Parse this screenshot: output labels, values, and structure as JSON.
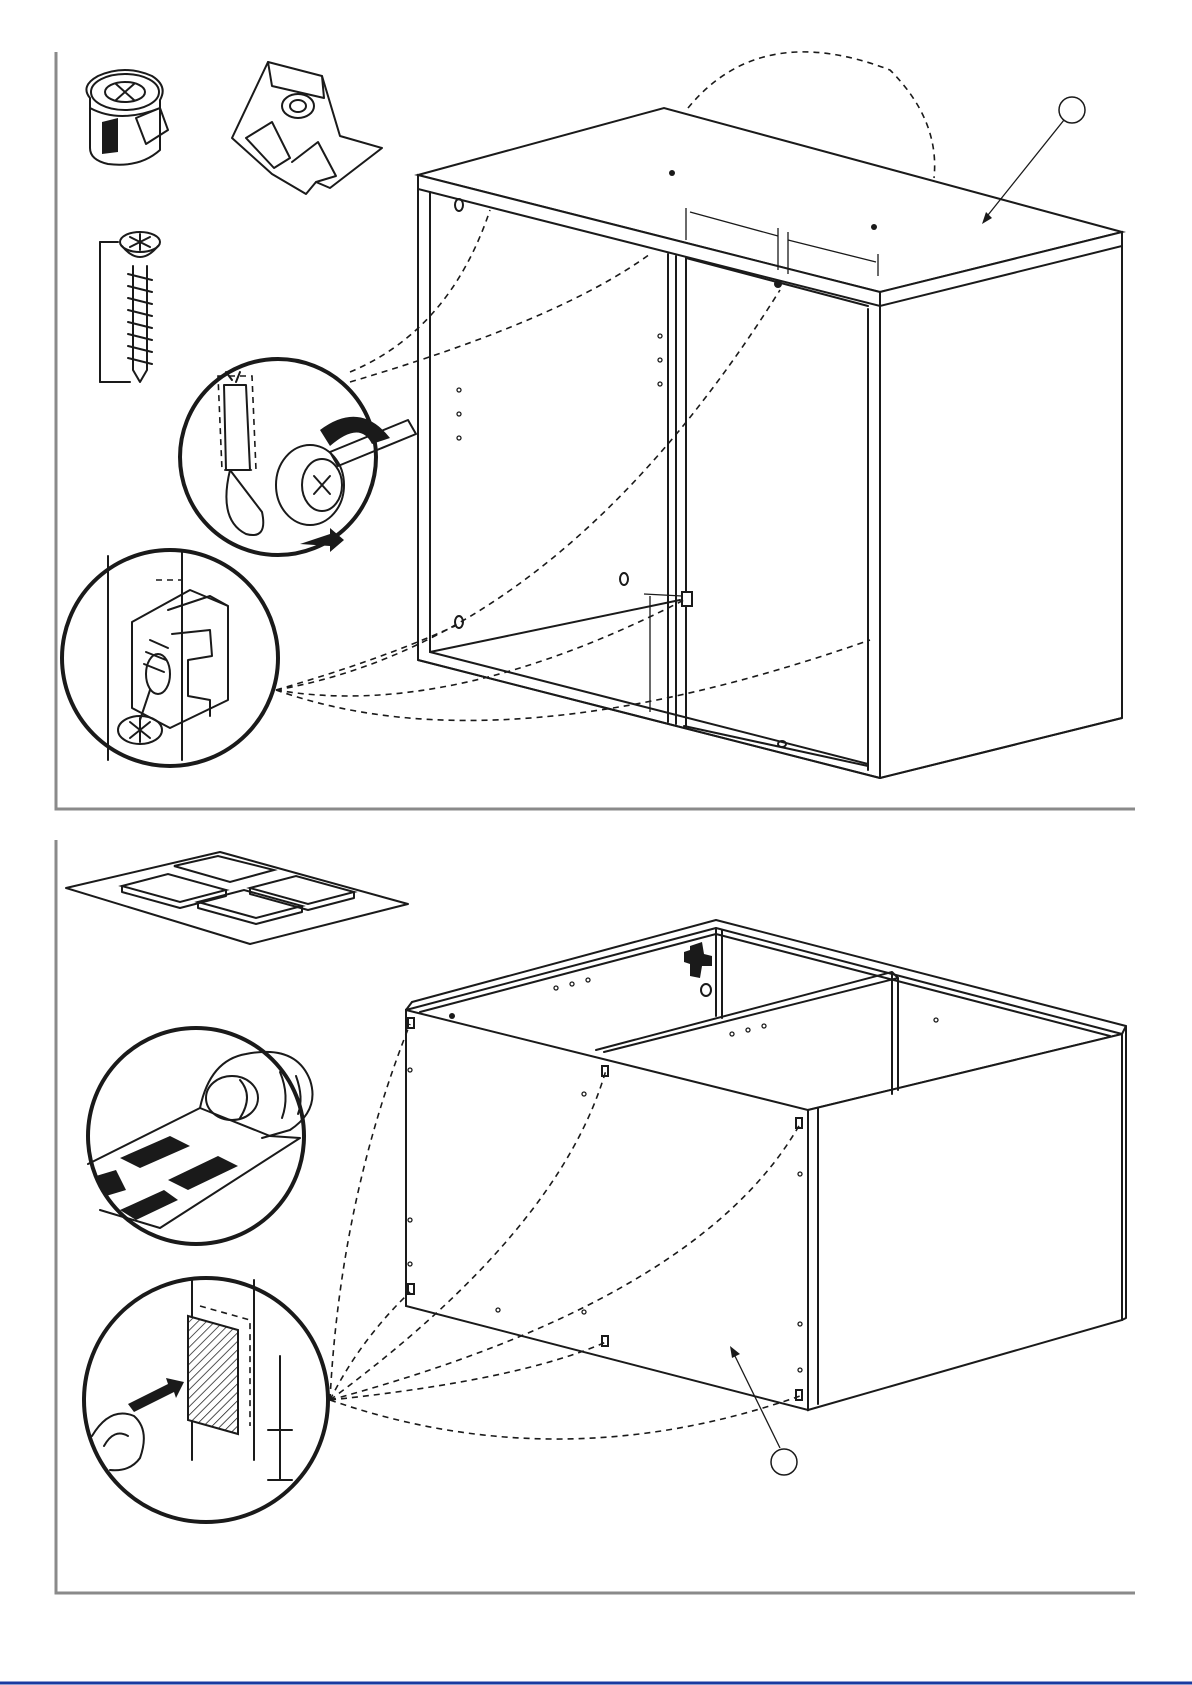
{
  "page": {
    "steps": [
      {
        "id": "step-1",
        "parts": [
          "cam-lock-fitting",
          "corner-bracket",
          "screw"
        ],
        "callout_count": 1
      },
      {
        "id": "step-2",
        "parts": [
          "felt-pad-sheet"
        ],
        "callout_count": 1
      }
    ],
    "colors": {
      "line": "#1a1a1a",
      "frame": "#8a8a8a",
      "bottom-rule": "#1a3aa0",
      "paper": "#ffffff"
    },
    "icons": [
      "cam-lock-icon",
      "corner-bracket-icon",
      "screw-icon",
      "felt-pads-icon",
      "screwdriver-detail-icon",
      "bracket-detail-icon",
      "peel-pad-detail-icon",
      "apply-pad-detail-icon"
    ]
  }
}
